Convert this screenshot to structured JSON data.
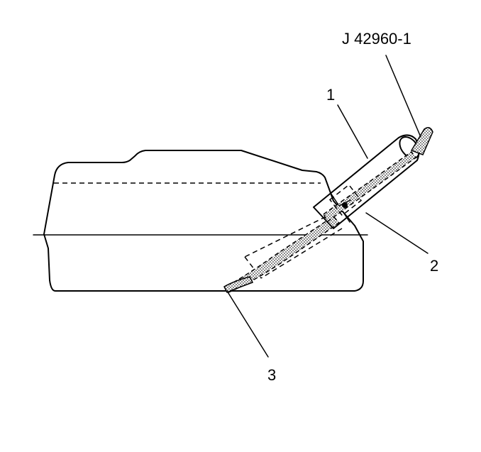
{
  "diagram": {
    "tool_label": "J 42960-1",
    "callouts": [
      {
        "id": "1",
        "text": "1"
      },
      {
        "id": "2",
        "text": "2"
      },
      {
        "id": "3",
        "text": "3"
      }
    ]
  }
}
